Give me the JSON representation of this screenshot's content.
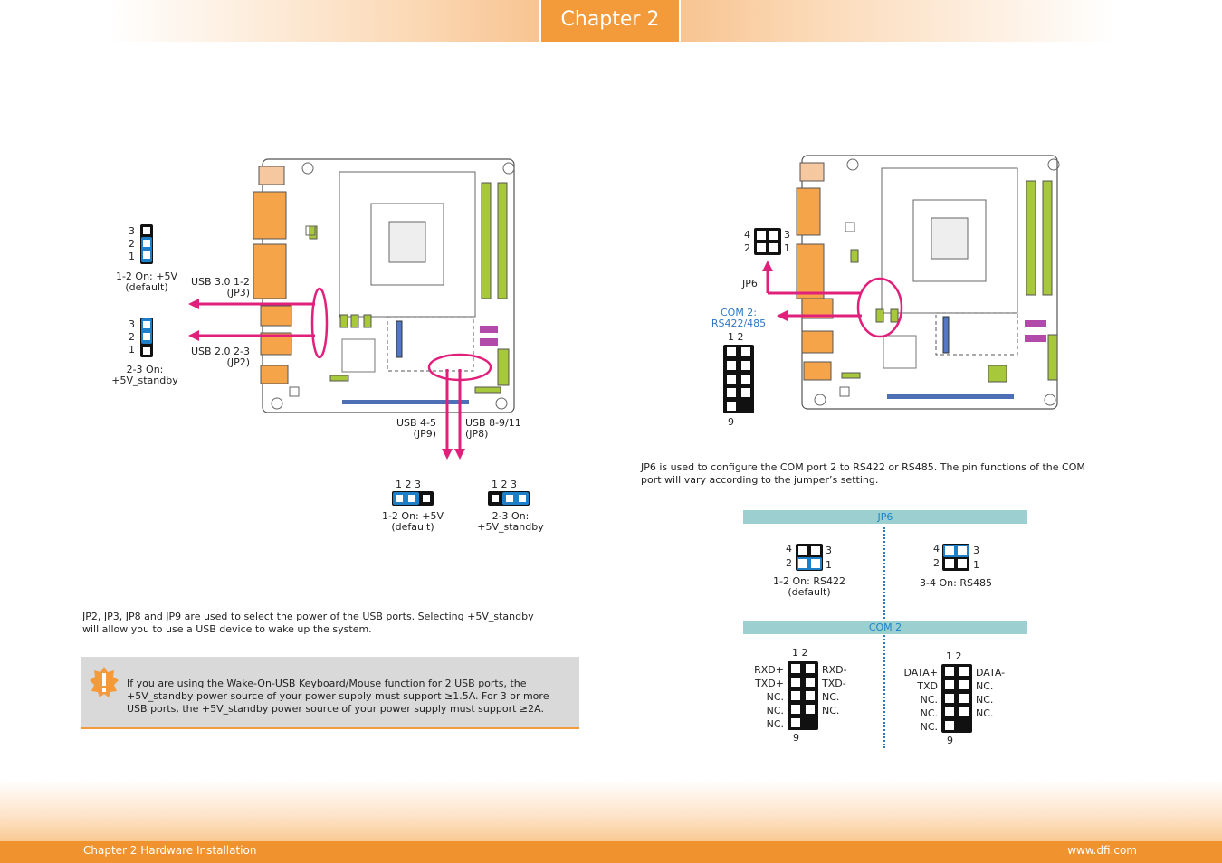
{
  "header": {
    "chapter_label": "Chapter 2"
  },
  "footer": {
    "left_text": "Chapter 2 Hardware Installation",
    "right_text": "www.dfi.com"
  },
  "left_panel": {
    "jp3": {
      "pins": [
        "3",
        "2",
        "1"
      ],
      "caption_line1": "1-2 On: +5V",
      "caption_line2": "(default)"
    },
    "jp2": {
      "pins": [
        "3",
        "2",
        "1"
      ],
      "caption_line1": "2-3 On:",
      "caption_line2": "+5V_standby"
    },
    "usb30_label_line1": "USB 3.0 1-2",
    "usb30_label_line2": "(JP3)",
    "usb20_label_line1": "USB 2.0 2-3",
    "usb20_label_line2": "(JP2)",
    "usb45_label_line1": "USB 4-5",
    "usb45_label_line2": "(JP9)",
    "usb8911_label_line1": "USB 8-9/11",
    "usb8911_label_line2": "(JP8)",
    "jp9": {
      "pins": "1  2  3",
      "caption_line1": "1-2 On: +5V",
      "caption_line2": "(default)"
    },
    "jp8": {
      "pins": "1  2  3",
      "caption_line1": "2-3 On:",
      "caption_line2": "+5V_standby"
    },
    "paragraph_line1": "JP2, JP3, JP8 and JP9 are used to select the power of the USB ports. Selecting +5V_standby",
    "paragraph_line2": "will allow you to use a USB device to wake up the system.",
    "note_line1": "If you are using the Wake-On-USB Keyboard/Mouse function for 2 USB ports, the",
    "note_line2": "+5V_standby power source of your power supply must support ≥1.5A. For 3 or more",
    "note_line3": "USB ports, the +5V_standby power source of your power supply must support ≥2A."
  },
  "right_panel": {
    "jp6_top": {
      "pin4": "4",
      "pin3": "3",
      "pin2": "2",
      "pin1": "1",
      "label": "JP6"
    },
    "com2_label_line1": "COM 2:",
    "com2_label_line2": "RS422/485",
    "com_pins_top": "1  2",
    "com_pin_bottom": "9",
    "paragraph_line1": "JP6  is  used  to  configure  the  COM  port  2  to  RS422  or  RS485.  The  pin  functions  of  the  COM",
    "paragraph_line2": "port will vary according to the jumper’s setting.",
    "jp6_section_title": "JP6",
    "setting_a": {
      "pin4": "4",
      "pin3": "3",
      "pin2": "2",
      "pin1": "1",
      "caption_line1": "1-2 On: RS422",
      "caption_line2": "(default)"
    },
    "setting_b": {
      "pin4": "4",
      "pin3": "3",
      "pin2": "2",
      "pin1": "1",
      "caption_line1": "3-4 On: RS485"
    },
    "com2_section_title": "COM 2",
    "rs422": {
      "pins_top": "1  2",
      "pin_bottom": "9",
      "left": [
        "RXD+",
        "TXD+",
        "NC.",
        "NC.",
        "NC."
      ],
      "right": [
        "RXD-",
        "TXD-",
        "NC.",
        "NC."
      ]
    },
    "rs485": {
      "pins_top": "1  2",
      "pin_bottom": "9",
      "left": [
        "DATA+",
        "TXD",
        "NC.",
        "NC.",
        "NC."
      ],
      "right": [
        "DATA-",
        "NC.",
        "NC.",
        "NC."
      ]
    }
  }
}
